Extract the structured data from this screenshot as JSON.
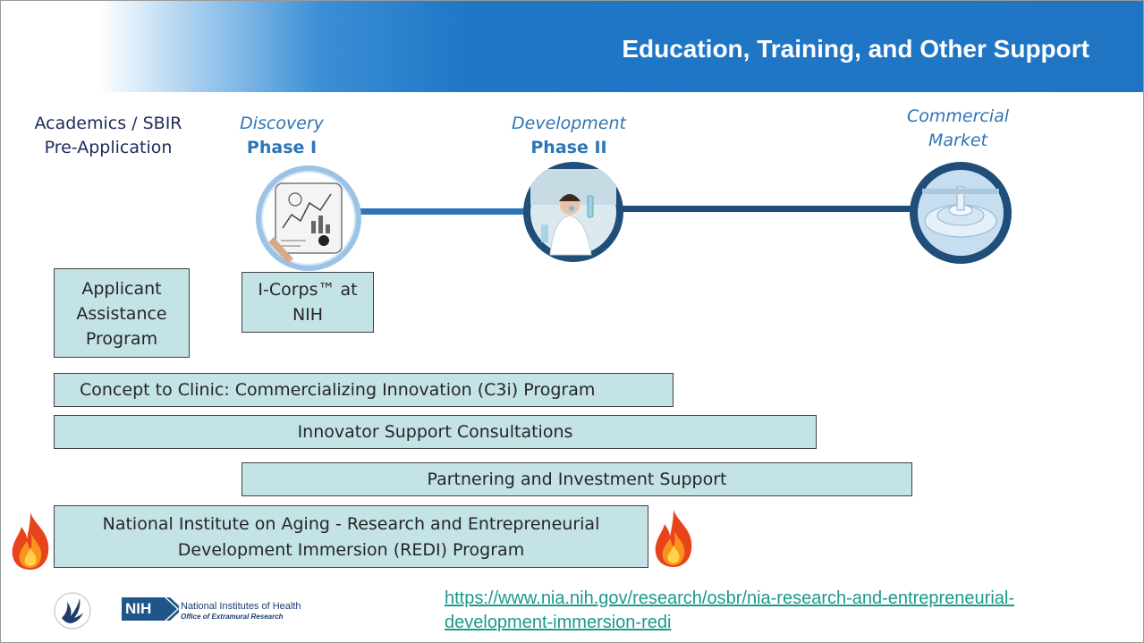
{
  "header": {
    "title": "Education, Training, and Other Support"
  },
  "columns": {
    "academics": {
      "line1": "Academics / SBIR",
      "line2": "Pre-Application"
    },
    "discovery": {
      "stage": "Discovery",
      "phase": "Phase I"
    },
    "development": {
      "stage": "Development",
      "phase": "Phase II"
    },
    "market": {
      "line1": "Commercial",
      "line2": "Market"
    }
  },
  "programs": {
    "applicant_assistance": [
      "Applicant",
      "Assistance",
      "Program"
    ],
    "icorps": [
      "I-Corps™ at",
      "NIH"
    ],
    "c3i": "Concept to Clinic: Commercializing Innovation (C3i) Program",
    "innovator_support": "Innovator Support Consultations",
    "partnering": "Partnering and Investment Support",
    "redi": [
      "National Institute on Aging -  Research and Entrepreneurial",
      "Development Immersion (REDI) Program"
    ]
  },
  "footer": {
    "nih_badge": "NIH",
    "nih_name": "National Institutes of Health",
    "nih_office": "Office of Extramural Research",
    "link_line1": "https://www.nia.nih.gov/research/osbr/nia-research-and-entrepreneurial-",
    "link_line2": "development-immersion-redi"
  },
  "colors": {
    "header_blue": "#1f75c4",
    "box_fill": "#c3e3e6",
    "timeline_blue": "#2e75b6",
    "timeline_navy": "#1f4e79",
    "link": "#1a9a8a"
  },
  "icons": [
    "hhs-eagle-icon",
    "nih-logo-icon",
    "flame-icon"
  ]
}
